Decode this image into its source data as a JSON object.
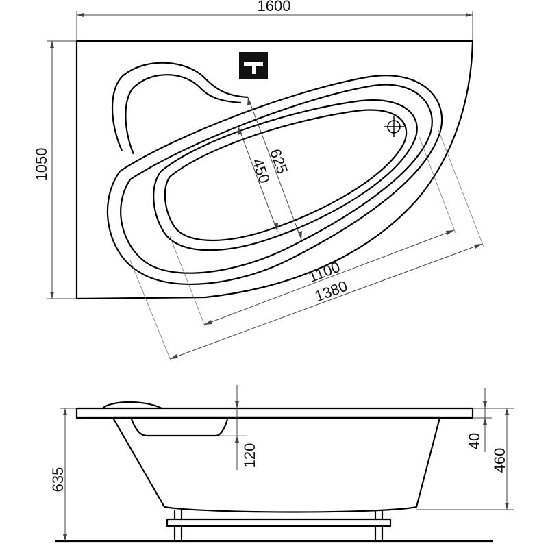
{
  "top_view": {
    "overall_width": "1600",
    "overall_depth": "1050",
    "inner_length": "1100",
    "outer_length": "1380",
    "inner_width": "450",
    "outer_width": "625"
  },
  "side_view": {
    "total_height": "635",
    "rim_thickness": "40",
    "tub_depth": "460",
    "headrest_offset": "120"
  },
  "icons": {
    "faucet": "faucet-icon",
    "drain": "drain-icon"
  }
}
